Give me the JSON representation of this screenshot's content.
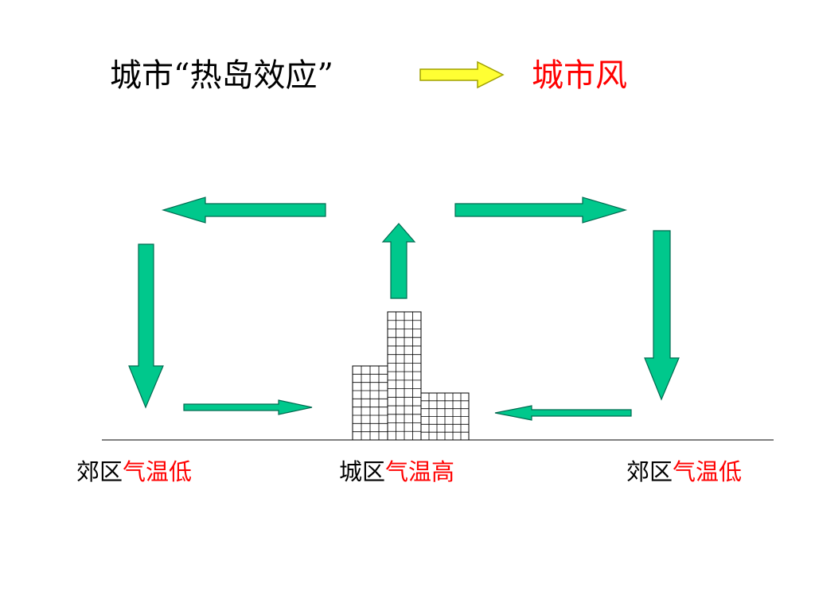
{
  "title": {
    "main": "城市“热岛效应”",
    "result": "城市风"
  },
  "labels": [
    {
      "area": "郊区",
      "temp": "气温低"
    },
    {
      "area": "城区",
      "temp": "气温高"
    },
    {
      "area": "郊区",
      "temp": "气温低"
    }
  ],
  "colors": {
    "arrow_fill": "#00c88c",
    "arrow_stroke": "#006b50",
    "title_arrow_fill": "#ffff33",
    "title_arrow_stroke": "#a0a000",
    "accent_red": "#ff0000",
    "text": "#000000"
  }
}
